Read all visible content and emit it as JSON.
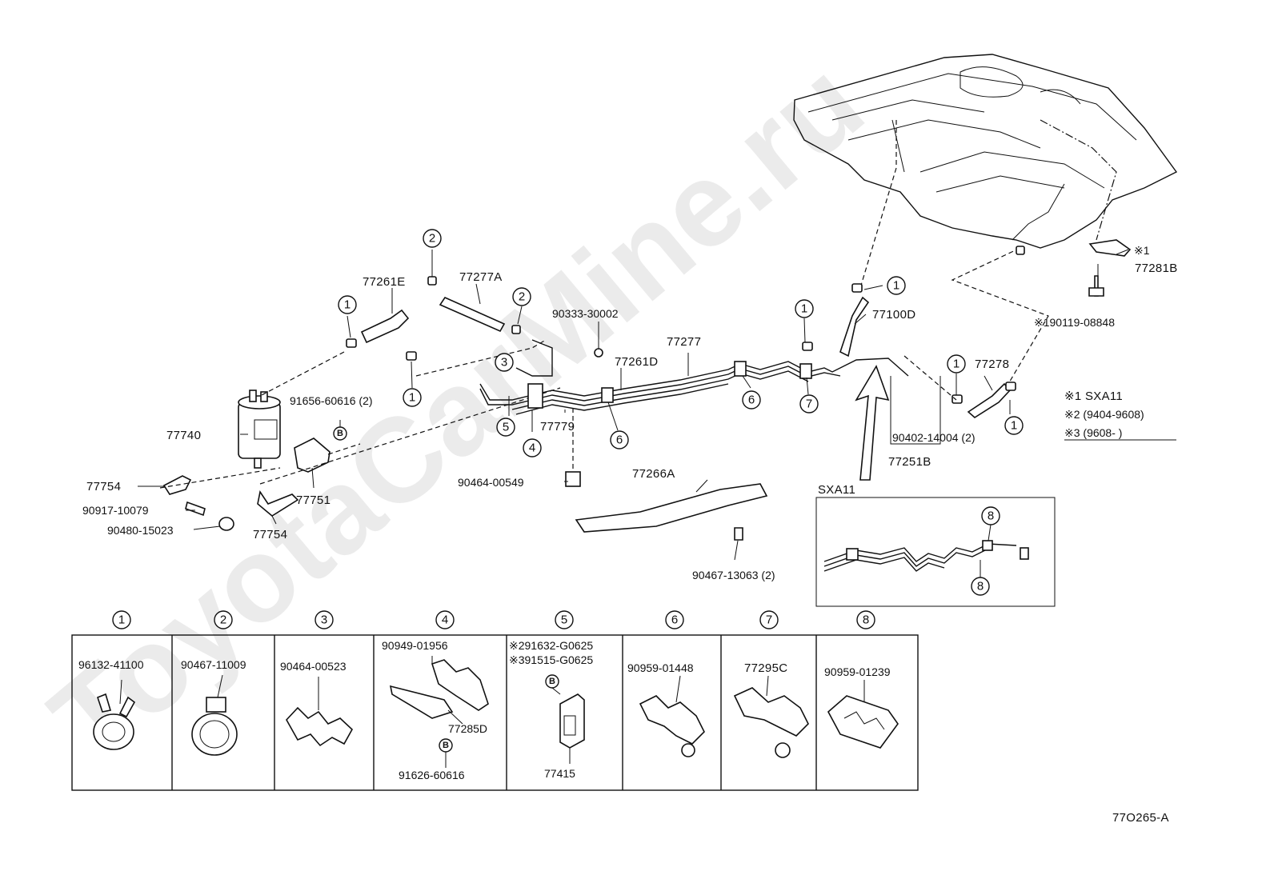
{
  "watermark": "ToyotaCarMine.ru",
  "diagram_code": "77O265-A",
  "parts": {
    "p77261E": "77261E",
    "p77277A": "77277A",
    "p90333": "90333-30002",
    "p77277": "77277",
    "p77261D": "77261D",
    "p77100D": "77100D",
    "p77281B": "77281B",
    "p190119": "※190119-08848",
    "p77278": "77278",
    "p90402": "90402-14004 (2)",
    "p77251B": "77251B",
    "p91656": "91656-60616 (2)",
    "p77740": "77740",
    "p77754a": "77754",
    "p77754b": "77754",
    "p77751": "77751",
    "p90917": "90917-10079",
    "p90480": "90480-15023",
    "p77779": "77779",
    "p90464_549": "90464-00549",
    "p77266A": "77266A",
    "p90467_13063": "90467-13063 (2)"
  },
  "notes": {
    "mark1": "※1",
    "n1": "※1  SXA11",
    "n2": "※2  (9404-9608)",
    "n3": "※3  (9608-        )"
  },
  "inset": {
    "title": "SXA11"
  },
  "callouts": {
    "c1": "1",
    "c2": "2",
    "c3": "3",
    "c4": "4",
    "c5": "5",
    "c6": "6",
    "c7": "7",
    "c8": "8",
    "bolt": "B"
  },
  "table": {
    "headers": [
      "1",
      "2",
      "3",
      "4",
      "5",
      "6",
      "7",
      "8"
    ],
    "cell1": "96132-41100",
    "cell2": "90467-11009",
    "cell3": "90464-00523",
    "cell4a": "90949-01956",
    "cell4b": "77285D",
    "cell4c": "91626-60616",
    "cell5a": "※291632-G0625",
    "cell5b": "※391515-G0625",
    "cell5c": "77415",
    "cell6": "90959-01448",
    "cell7": "77295C",
    "cell8": "90959-01239"
  }
}
